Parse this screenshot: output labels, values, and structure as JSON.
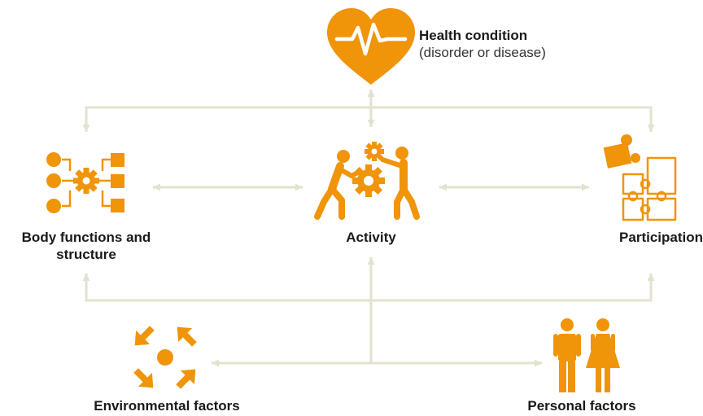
{
  "colors": {
    "accent": "#f0940a",
    "connector": "#e3e2cf",
    "text": "#1a1a1a"
  },
  "nodes": {
    "health": {
      "title": "Health condition",
      "subtitle": "(disorder or disease)",
      "icon": "heart-pulse-icon"
    },
    "body": {
      "line1": "Body functions and",
      "line2": "structure",
      "icon": "body-functions-network-icon"
    },
    "activity": {
      "title": "Activity",
      "icon": "people-with-gears-icon"
    },
    "participation": {
      "title": "Participation",
      "icon": "puzzle-pieces-icon"
    },
    "environmental": {
      "title": "Environmental factors",
      "icon": "inward-arrows-icon"
    },
    "personal": {
      "title": "Personal factors",
      "icon": "man-and-woman-icon"
    }
  }
}
